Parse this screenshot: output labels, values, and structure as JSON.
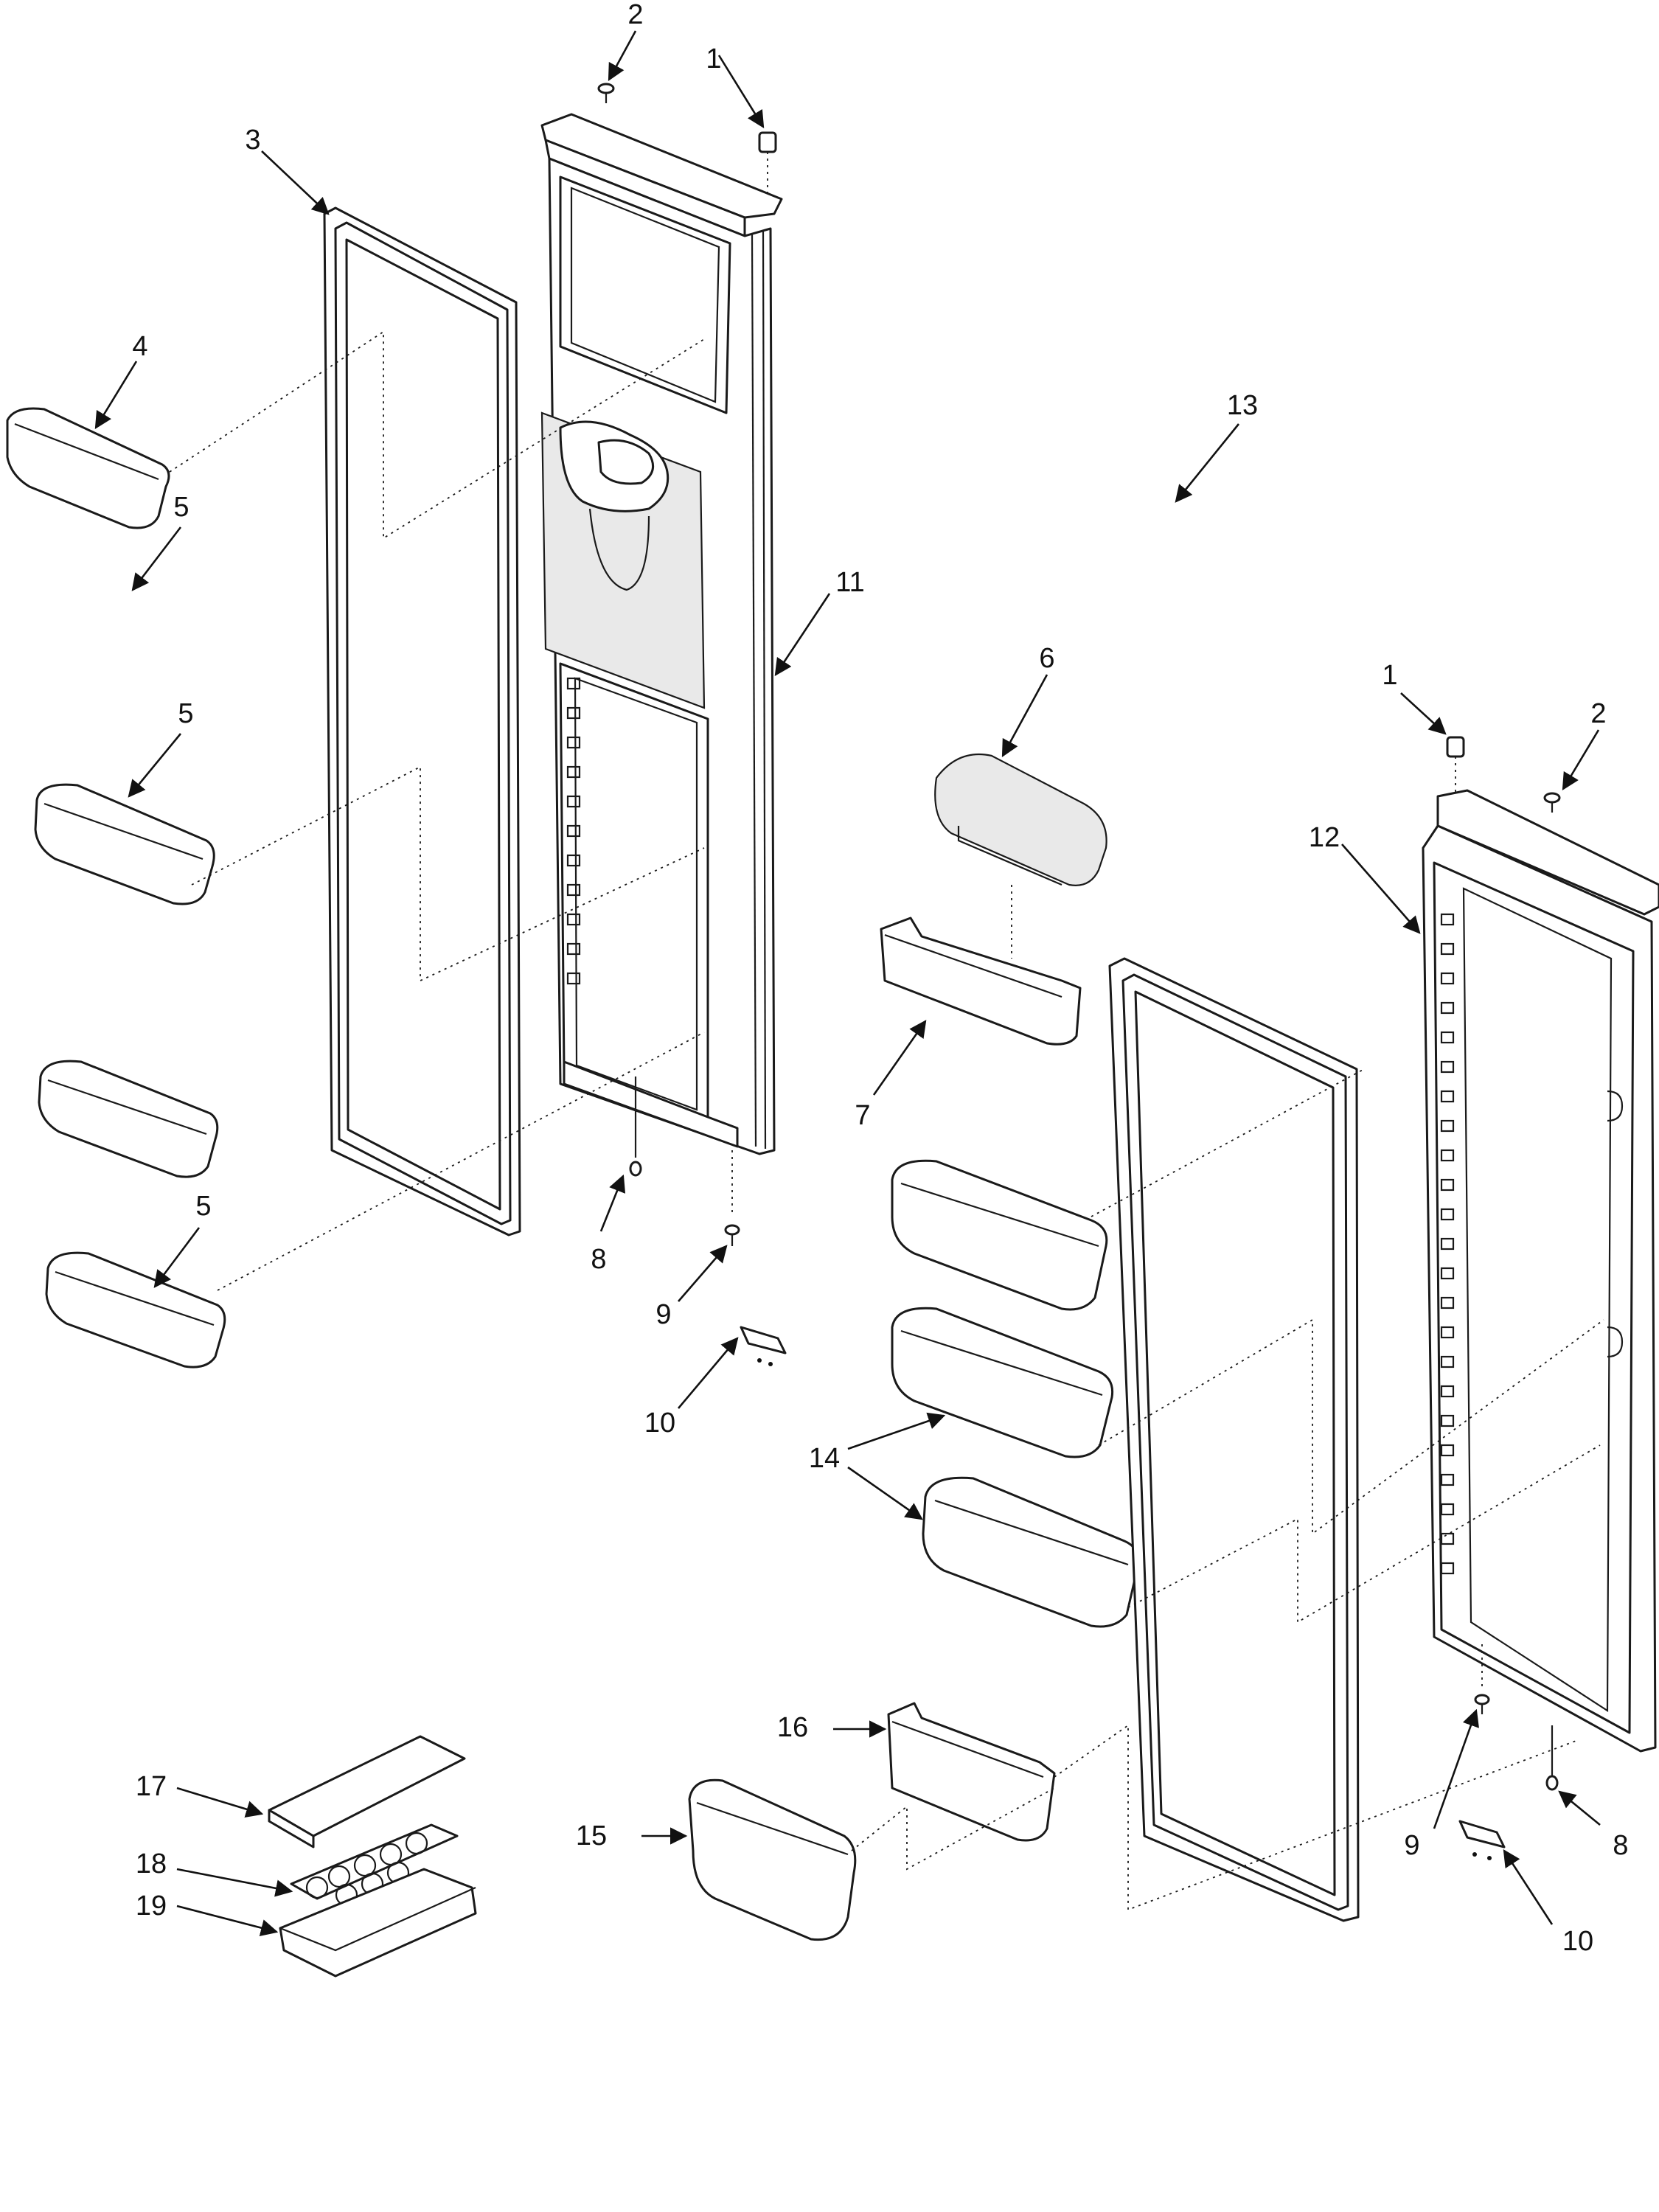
{
  "callouts": [
    {
      "id": "c1a",
      "text": "1"
    },
    {
      "id": "c2a",
      "text": "2"
    },
    {
      "id": "c3",
      "text": "3"
    },
    {
      "id": "c4",
      "text": "4"
    },
    {
      "id": "c5a",
      "text": "5"
    },
    {
      "id": "c5b",
      "text": "5"
    },
    {
      "id": "c5c",
      "text": "5"
    },
    {
      "id": "c11",
      "text": "11"
    },
    {
      "id": "c8a",
      "text": "8"
    },
    {
      "id": "c9a",
      "text": "9"
    },
    {
      "id": "c10a",
      "text": "10"
    },
    {
      "id": "c6",
      "text": "6"
    },
    {
      "id": "c7",
      "text": "7"
    },
    {
      "id": "c13",
      "text": "13"
    },
    {
      "id": "c12",
      "text": "12"
    },
    {
      "id": "c1b",
      "text": "1"
    },
    {
      "id": "c2b",
      "text": "2"
    },
    {
      "id": "c14",
      "text": "14"
    },
    {
      "id": "c16",
      "text": "16"
    },
    {
      "id": "c15",
      "text": "15"
    },
    {
      "id": "c17",
      "text": "17"
    },
    {
      "id": "c18",
      "text": "18"
    },
    {
      "id": "c19",
      "text": "19"
    },
    {
      "id": "c9b",
      "text": "9"
    },
    {
      "id": "c8b",
      "text": "8"
    },
    {
      "id": "c10b",
      "text": "10"
    }
  ]
}
